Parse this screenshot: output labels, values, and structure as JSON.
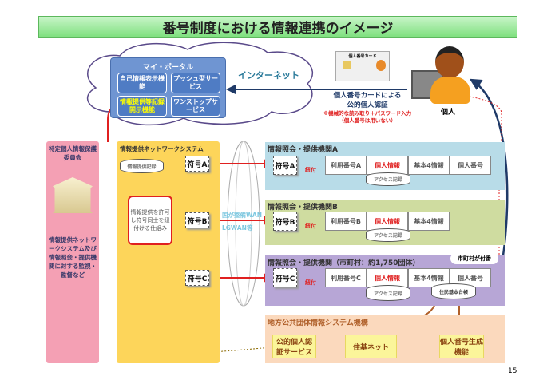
{
  "title": "番号制度における情報連携のイメージ",
  "portal": {
    "title": "マイ・ポータル",
    "items": [
      "自己情報表示機能",
      "プッシュ型サービス",
      "情報提供等記録開示機能",
      "ワンストップサービス"
    ]
  },
  "internet": "インターネット",
  "card": {
    "label": "個人番号カード"
  },
  "person": "個人",
  "auth": {
    "line1": "個人番号カードによる",
    "line2": "公的個人認証",
    "note1": "※機械的な読み取り＋パスワード入力",
    "note2": "（個人番号は用いない）"
  },
  "committee": {
    "title": "特定個人情報保護委員会",
    "desc": "情報提供ネットワークシステム及び情報照会・提供機関に対する監視・監督など"
  },
  "network": {
    "title": "情報提供ネットワークシステム",
    "db": "情報提供記録",
    "mechanism": "情報提供を許可し符号同士を紐付ける仕組み",
    "codes": [
      "符号A",
      "符号B",
      "符号C"
    ]
  },
  "wan": {
    "line1": "国が整備WAN",
    "line2": "LGWAN等"
  },
  "orgs": [
    {
      "title": "情報照会・提供機関A",
      "code": "符号A",
      "link": "紐付",
      "cells": [
        "利用番号A",
        "個人情報",
        "基本4情報",
        "個人番号"
      ],
      "db": "アクセス記録"
    },
    {
      "title": "情報照会・提供機関B",
      "code": "符号B",
      "link": "紐付",
      "cells": [
        "利用番号B",
        "個人情報",
        "基本4情報"
      ],
      "db": "アクセス記録"
    },
    {
      "title": "情報照会・提供機関（市町村：約1,750団体）",
      "code": "符号C",
      "link": "紐付",
      "cells": [
        "利用番号C",
        "個人情報",
        "基本4情報",
        "個人番号"
      ],
      "db": "アクセス記録",
      "db2": "住民基本台帳",
      "badge": "市町村が付番"
    }
  ],
  "jlis": {
    "title": "地方公共団体情報システム機構",
    "items": [
      "公的個人認証サービス",
      "住基ネット",
      "個人番号生成機能"
    ]
  },
  "page": "15",
  "colors": {
    "title": "#8ee68e",
    "portal": "#6f95d2",
    "committee": "#f4a0b4",
    "network": "#fdd55a",
    "orgA": "#b8dce8",
    "orgB": "#cfdca0",
    "orgC": "#b7a6d6",
    "jlis": "#fbd9bd",
    "arrow": "#e02020"
  }
}
